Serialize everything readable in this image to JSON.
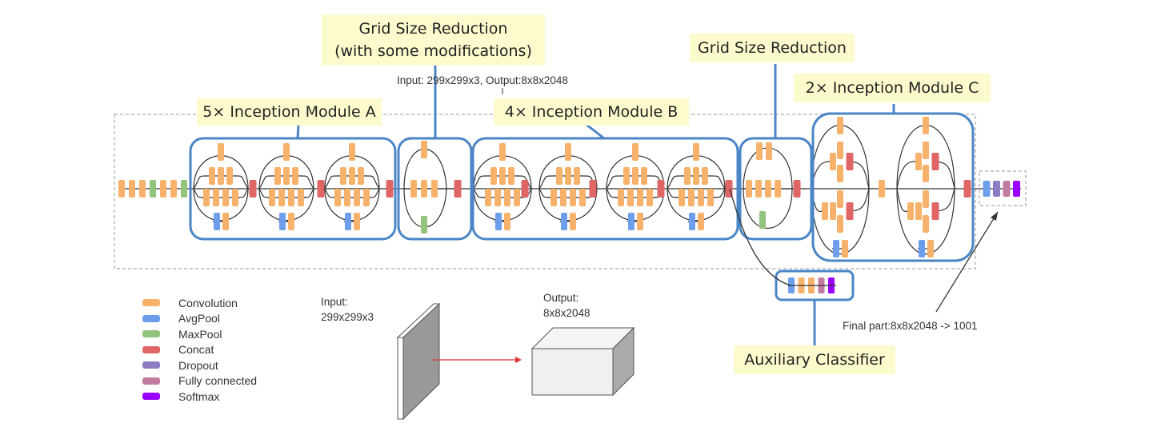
{
  "callouts": {
    "grid_reduction_1": [
      "Grid Size Reduction",
      "(with some modifications)"
    ],
    "grid_reduction_2": "Grid Size Reduction",
    "module_a": "5× Inception Module A",
    "module_b": "4× Inception Module B",
    "module_c": "2× Inception Module C",
    "aux_classifier": "Auxiliary Classifier"
  },
  "annotations": {
    "io_summary": "Input: 299x299x3, Output:8x8x2048",
    "final_part": "Final part:8x8x2048 -> 1001",
    "input_label": [
      "Input:",
      "299x299x3"
    ],
    "output_label": [
      "Output:",
      "8x8x2048"
    ]
  },
  "colors": {
    "convolution": "#f6b26b",
    "avgpool": "#6d9eeb",
    "maxpool": "#93c47d",
    "concat": "#e06666",
    "dropout": "#8e7cc3",
    "fully_connected": "#c27ba0",
    "softmax": "#9900ff",
    "module_border": "#4a86c5",
    "callout_bg": "#fdfbcd"
  },
  "legend": [
    {
      "label": "Convolution",
      "type": "convolution"
    },
    {
      "label": "AvgPool",
      "type": "avgpool"
    },
    {
      "label": "MaxPool",
      "type": "maxpool"
    },
    {
      "label": "Concat",
      "type": "concat"
    },
    {
      "label": "Dropout",
      "type": "dropout"
    },
    {
      "label": "Fully connected",
      "type": "fully_connected"
    },
    {
      "label": "Softmax",
      "type": "softmax"
    }
  ],
  "stem_layers": [
    "convolution",
    "convolution",
    "convolution",
    "maxpool",
    "convolution",
    "convolution",
    "maxpool"
  ],
  "final_layers": [
    "avgpool",
    "dropout",
    "fully_connected",
    "softmax"
  ],
  "aux_layers": [
    "avgpool",
    "convolution",
    "convolution",
    "fully_connected",
    "softmax"
  ]
}
